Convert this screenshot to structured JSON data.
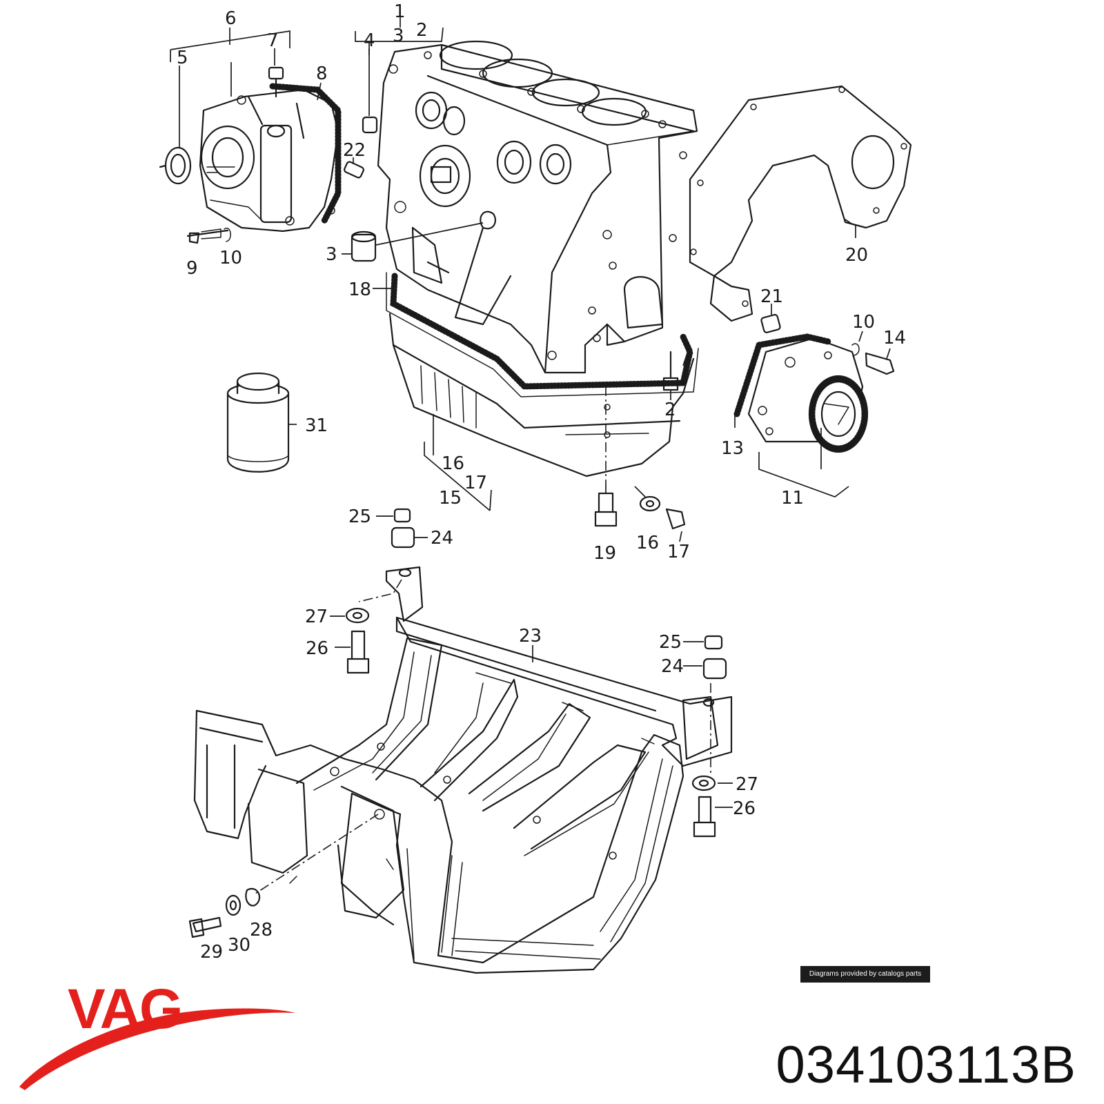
{
  "callouts": {
    "c1": "1",
    "c2a": "2",
    "c2b": "2",
    "c3a": "3",
    "c3b": "3",
    "c4": "4",
    "c5": "5",
    "c6": "6",
    "c7": "7",
    "c8": "8",
    "c9": "9",
    "c10a": "10",
    "c10b": "10",
    "c11": "11",
    "c13": "13",
    "c14": "14",
    "c15": "15",
    "c16a": "16",
    "c16b": "16",
    "c17a": "17",
    "c17b": "17",
    "c18": "18",
    "c19": "19",
    "c20": "20",
    "c21": "21",
    "c22": "22",
    "c23": "23",
    "c24a": "24",
    "c24b": "24",
    "c25a": "25",
    "c25b": "25",
    "c26a": "26",
    "c26b": "26",
    "c27a": "27",
    "c27b": "27",
    "c28": "28",
    "c29": "29",
    "c30": "30",
    "c31": "31"
  },
  "credit": "Diagrams provided by catalogs parts",
  "brand": {
    "logo_text": "VAG",
    "logo_color": "#e3201b"
  },
  "part_number": "034103113B"
}
